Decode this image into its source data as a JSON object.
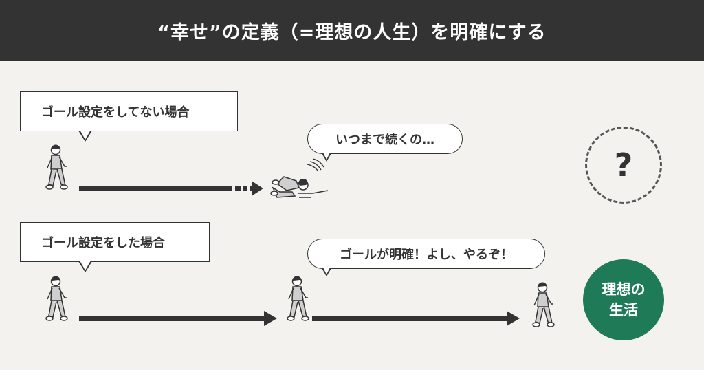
{
  "header": {
    "title": "“幸せ”の定義（=理想の人生）を明確にする"
  },
  "row1": {
    "label": "ゴール設定をしてない場合",
    "speech": "いつまで続くの…",
    "result_symbol": "?"
  },
  "row2": {
    "label": "ゴール設定をした場合",
    "speech": "ゴールが明確！よし、やるぞ！",
    "goal_line1": "理想の",
    "goal_line2": "生活"
  },
  "colors": {
    "header_bg": "#333333",
    "background": "#f4f2ee",
    "goal_green": "#1e7a57",
    "figure_gray": "#cfcfcf",
    "ink": "#333333"
  }
}
